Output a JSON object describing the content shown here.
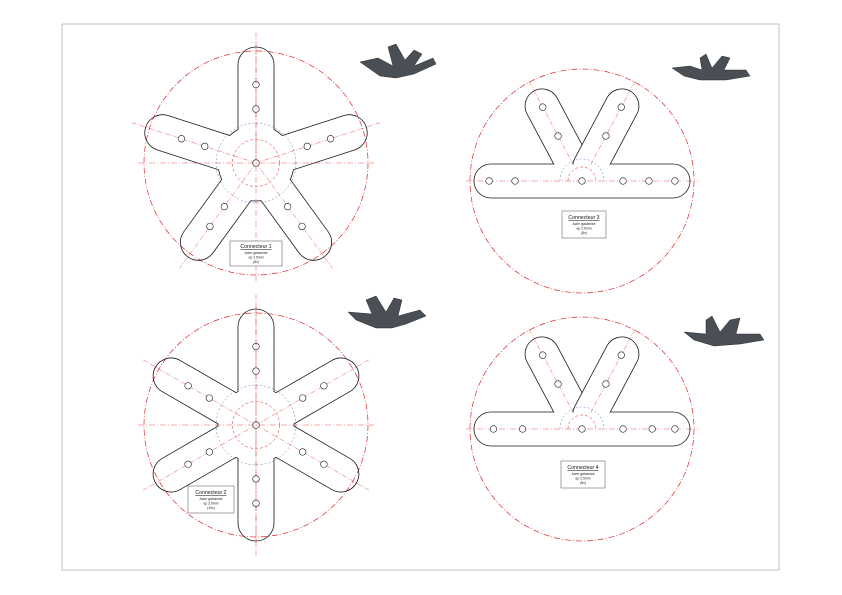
{
  "colors": {
    "outline": "#1a1a1a",
    "center_line": "#e0262b",
    "hidden_line": "#3b4fb5",
    "dimension": "#333333",
    "frame": "#9a9a9a",
    "preview_fill": "#4a4f55"
  },
  "connectors": [
    {
      "title": "Connecteur 1",
      "line1": "Acier galvanisé",
      "line2": "ep 2.5mm",
      "line3": "(8x)"
    },
    {
      "title": "Connecteur 2",
      "line1": "Acier galvanisé",
      "line2": "ep 2.5mm",
      "line3": "(10x)"
    },
    {
      "title": "Connecteur 3",
      "line1": "Acier galvanisé",
      "line2": "ep 2.5mm",
      "line3": "(8x)"
    },
    {
      "title": "Connecteur 4",
      "line1": "Acier galvanisé",
      "line2": "ep 2.5mm",
      "line3": "(8x)"
    }
  ]
}
